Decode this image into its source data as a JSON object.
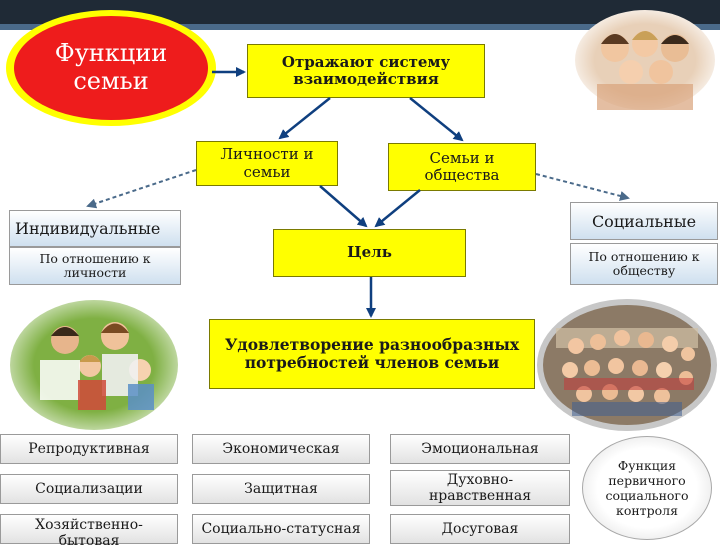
{
  "title": {
    "text": "Функции семьи"
  },
  "boxes": {
    "reflect": "Отражают систему взаимодействия",
    "personality": "Личности и семьи",
    "society": "Семьи и общества",
    "individual": "Индивидуальные",
    "individual_sub": "По отношению к личности",
    "social": "Социальные",
    "social_sub": "По отношению к обществу",
    "goal": "Цель",
    "satisfaction": "Удовлетворение разнообразных потребностей членов семьи"
  },
  "functions": {
    "col1": [
      "Репродуктивная",
      "Социализации",
      "Хозяйственно-бытовая"
    ],
    "col2": [
      "Экономическая",
      "Защитная",
      "Социально-статусная"
    ],
    "col3": [
      "Эмоциональная",
      "Духовно-нравственная",
      "Досуговая"
    ]
  },
  "social_control": "Функция первичного социального контроля",
  "colors": {
    "yellow": "#ffff00",
    "red": "#ee1c1c",
    "dark": "#1f2a36",
    "arrow_blue": "#0f3f7f"
  }
}
